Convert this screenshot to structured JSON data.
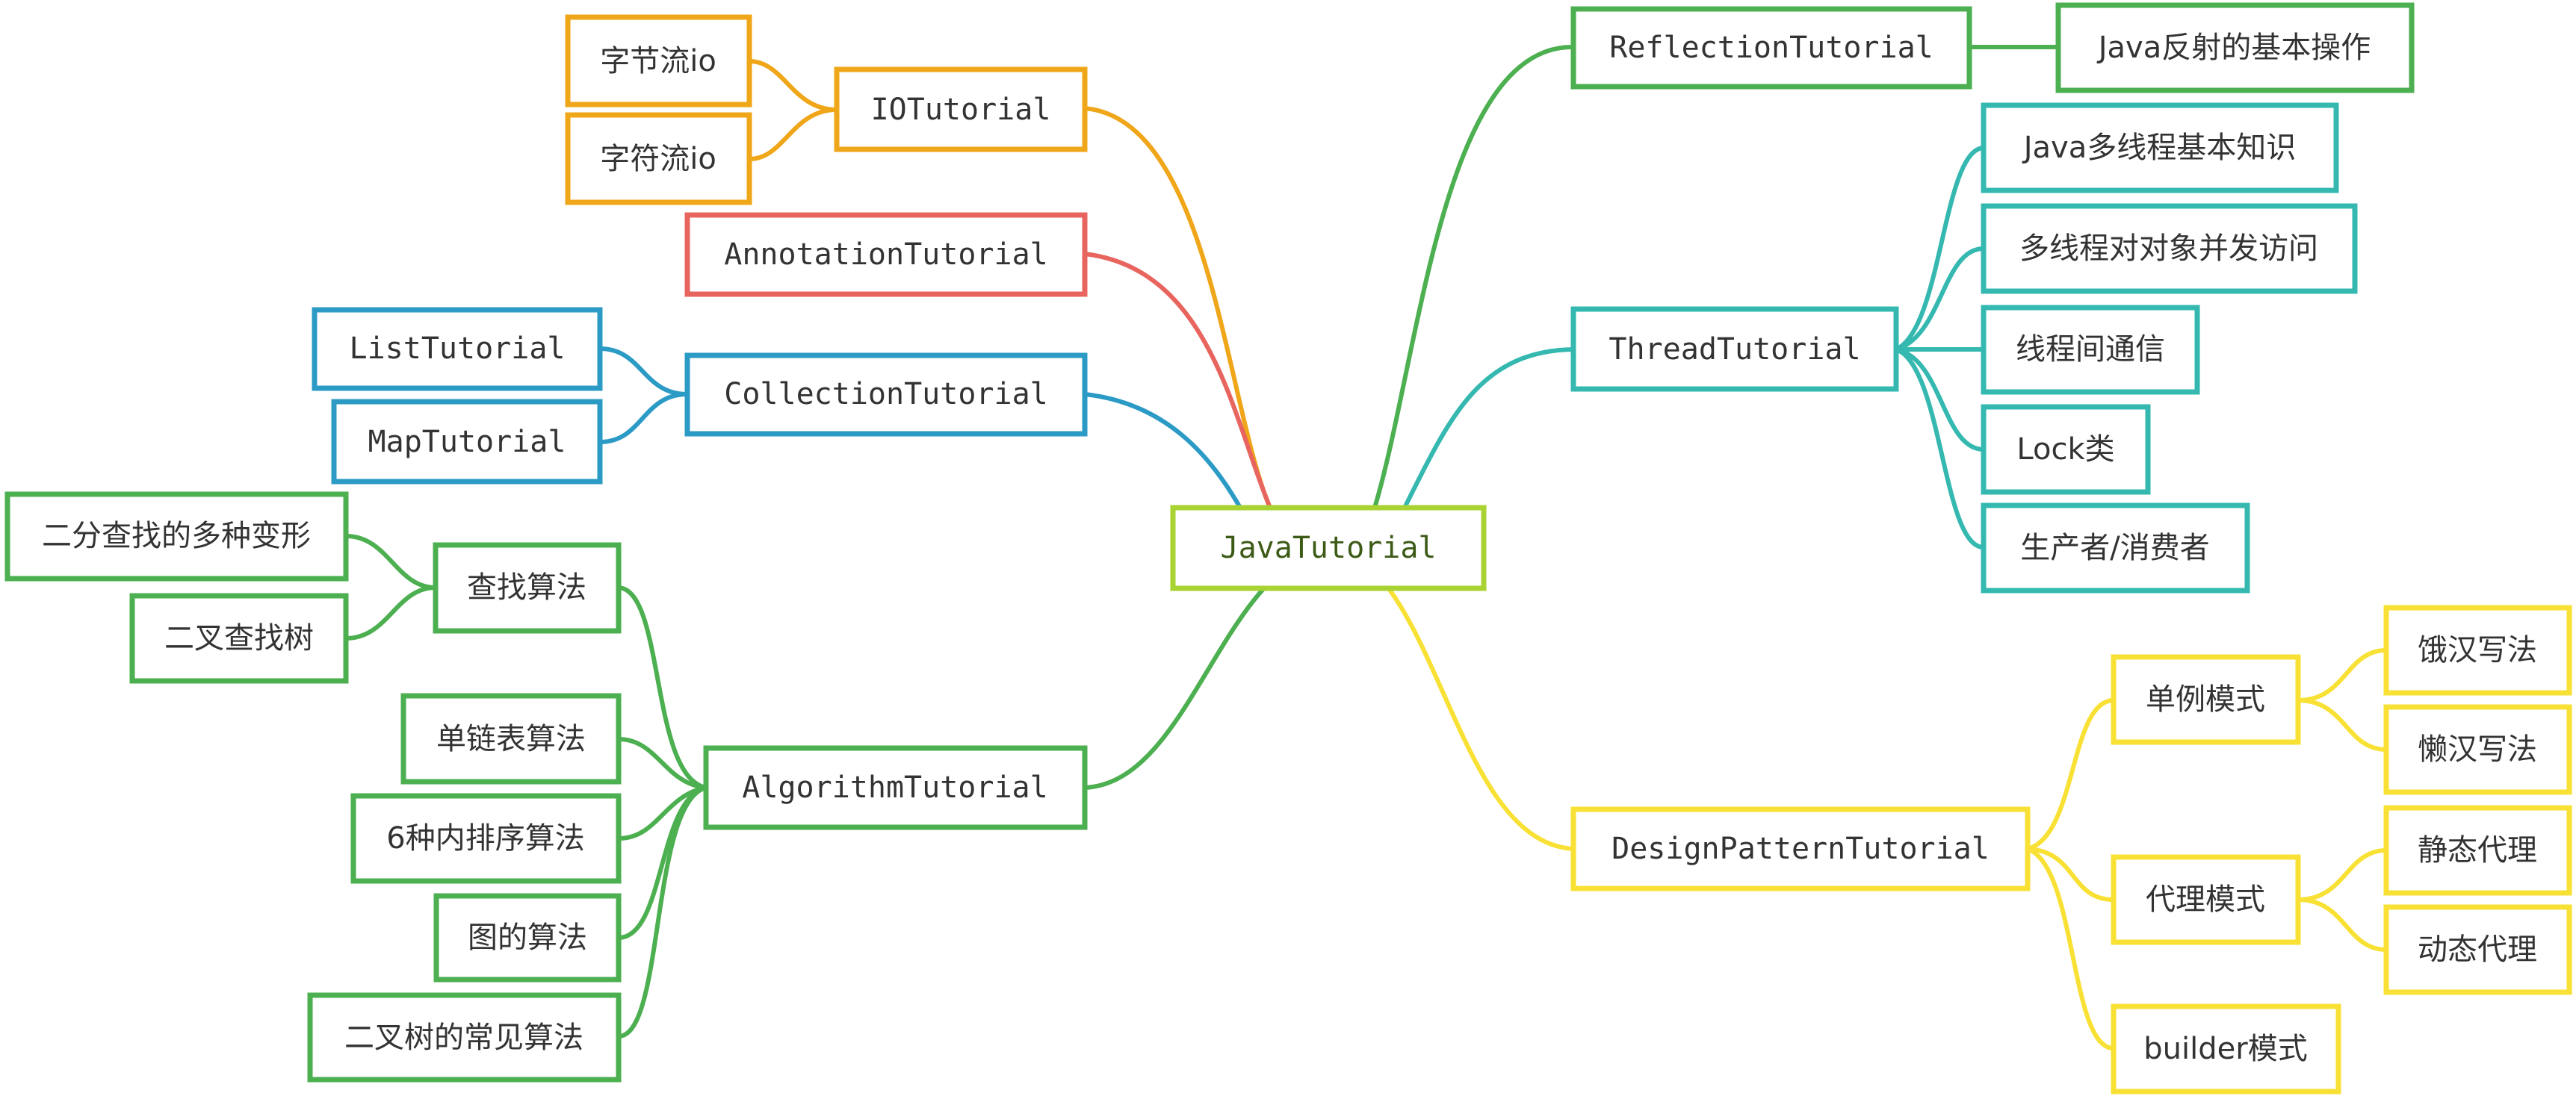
{
  "colors": {
    "root": "#a9d332",
    "root_text": "#3d5a17",
    "io": "#f0a619",
    "annotation": "#e8655f",
    "collection": "#2b9bc6",
    "algorithm": "#4caf50",
    "reflection": "#4caf50",
    "thread": "#34b8b0",
    "design": "#f8e134"
  },
  "mindmap": {
    "root": "JavaTutorial",
    "io": {
      "label": "IOTutorial",
      "children": [
        "字节流io",
        "字符流io"
      ]
    },
    "annotation": {
      "label": "AnnotationTutorial"
    },
    "collection": {
      "label": "CollectionTutorial",
      "children": [
        "ListTutorial",
        "MapTutorial"
      ]
    },
    "algorithm": {
      "label": "AlgorithmTutorial",
      "search": {
        "label": "查找算法",
        "children": [
          "二分查找的多种变形",
          "二叉查找树"
        ]
      },
      "children": [
        "单链表算法",
        "6种内排序算法",
        "图的算法",
        "二叉树的常见算法"
      ]
    },
    "reflection": {
      "label": "ReflectionTutorial",
      "children": [
        "Java反射的基本操作"
      ]
    },
    "thread": {
      "label": "ThreadTutorial",
      "children": [
        "Java多线程基本知识",
        "多线程对对象并发访问",
        "线程间通信",
        "Lock类",
        "生产者/消费者"
      ]
    },
    "design": {
      "label": "DesignPatternTutorial",
      "singleton": {
        "label": "单例模式",
        "children": [
          "饿汉写法",
          "懒汉写法"
        ]
      },
      "proxy": {
        "label": "代理模式",
        "children": [
          "静态代理",
          "动态代理"
        ]
      },
      "builder": {
        "label": "builder模式"
      }
    }
  }
}
